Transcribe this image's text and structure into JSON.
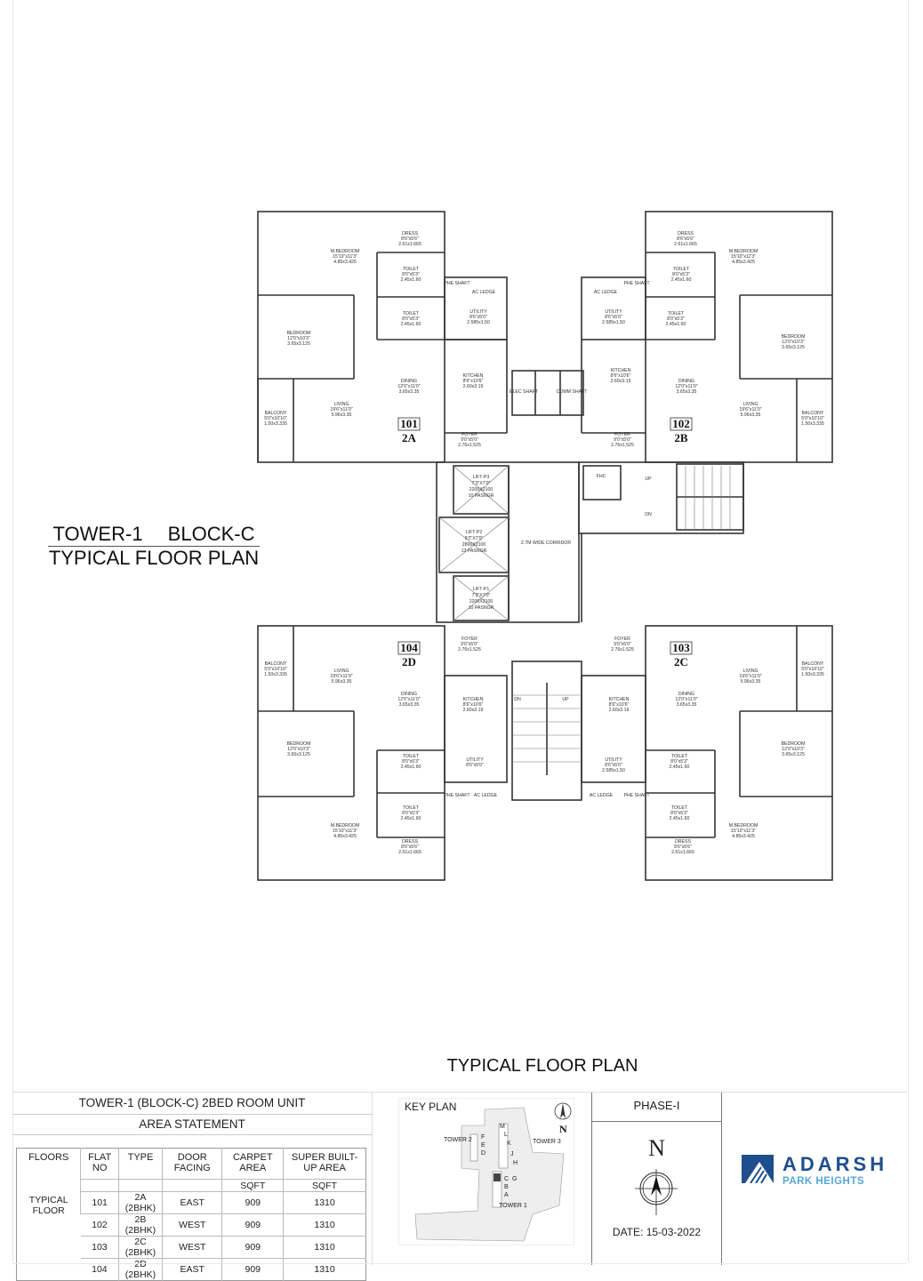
{
  "plan": {
    "title_line1": "TOWER-1    BLOCK-C",
    "title_line2": "TYPICAL FLOOR PLAN",
    "subtitle": "TYPICAL FLOOR PLAN",
    "core": {
      "elec_shaft": "ELEC SHAFT",
      "comm_shaft": "COMM SHAFT",
      "fhc": "FHC",
      "stair_up": "UP",
      "stair_dn": "DN",
      "corridor": "2.7M WIDE CORRIDOR",
      "lifts": [
        {
          "name": "LIFT-P3",
          "size": "7'3\"X7'0\"",
          "door": "2200X2100",
          "cap": "10 PASNGR"
        },
        {
          "name": "LIFT-P2",
          "size": "9'2\"X7'0\"",
          "door": "2800X2100",
          "cap": "13 PASNGR"
        },
        {
          "name": "LIFT-P1",
          "size": "7'3\"X7'0\"",
          "door": "2200X2100",
          "cap": "10 PASNGR"
        }
      ]
    },
    "units": [
      {
        "flat": "101",
        "type": "2A"
      },
      {
        "flat": "102",
        "type": "2B"
      },
      {
        "flat": "103",
        "type": "2C"
      },
      {
        "flat": "104",
        "type": "2D"
      }
    ],
    "rooms": {
      "m_bedroom": {
        "name": "M.BEDROOM",
        "ft": "15'10\"x11'3\"",
        "m": "4.85x3.425"
      },
      "dress": {
        "name": "DRESS",
        "ft": "8'6\"x5'6\"",
        "m": "2.61x1.665"
      },
      "toilet": {
        "name": "TOILET",
        "ft": "8'0\"x5'3\"",
        "m": "2.45x1.60"
      },
      "bedroom": {
        "name": "BEDROOM",
        "ft": "12'0\"x10'3\"",
        "m": "3.65x3.125"
      },
      "utility": {
        "name": "UTILITY",
        "ft": "8'6\"x5'0\"",
        "m": "2.585x1.50"
      },
      "kitchen": {
        "name": "KITCHEN",
        "ft": "8'6\"x10'6\"",
        "m": "2.60x3.19"
      },
      "dining": {
        "name": "DINING",
        "ft": "12'0\"x11'0\"",
        "m": "3.65x3.35"
      },
      "living": {
        "name": "LIVING",
        "ft": "19'6\"x11'0\"",
        "m": "5.96x3.35"
      },
      "balcony": {
        "name": "BALCONY",
        "ft": "5'0\"x10'10\"",
        "m": "1.50x3.335"
      },
      "foyer": {
        "name": "FOYER",
        "ft": "9'0\"x5'0\"",
        "m": "2.76x1.525"
      },
      "phe": {
        "name": "PHE SHAFT"
      },
      "ac": {
        "name": "AC LEDGE"
      }
    }
  },
  "area_statement": {
    "title": "TOWER-1 (BLOCK-C) 2BED ROOM UNIT",
    "subtitle": "AREA STATEMENT",
    "headers": [
      "FLOORS",
      "FLAT NO",
      "TYPE",
      "DOOR FACING",
      "CARPET AREA",
      "SUPER BUILT-UP AREA"
    ],
    "units": [
      "",
      "",
      "",
      "",
      "SQFT",
      "SQFT"
    ],
    "floor_label": "TYPICAL FLOOR",
    "rows": [
      {
        "flat": "101",
        "type": "2A (2BHK)",
        "facing": "EAST",
        "carpet": "909",
        "sba": "1310"
      },
      {
        "flat": "102",
        "type": "2B (2BHK)",
        "facing": "WEST",
        "carpet": "909",
        "sba": "1310"
      },
      {
        "flat": "103",
        "type": "2C (2BHK)",
        "facing": "WEST",
        "carpet": "909",
        "sba": "1310"
      },
      {
        "flat": "104",
        "type": "2D (2BHK)",
        "facing": "EAST",
        "carpet": "909",
        "sba": "1310"
      }
    ]
  },
  "key_plan": {
    "label": "KEY PLAN",
    "north": "N",
    "towers": [
      "TOWER 1",
      "TOWER 2",
      "TOWER 3"
    ],
    "blocks": [
      "A",
      "B",
      "C",
      "D",
      "E",
      "F",
      "G",
      "H",
      "J",
      "K",
      "L",
      "M"
    ],
    "highlighted_block": "C"
  },
  "phase": {
    "label": "PHASE-I",
    "north": "N",
    "date": "DATE: 15-03-2022"
  },
  "logo": {
    "name": "ADARSH",
    "tagline": "PARK HEIGHTS",
    "brand_color": "#1f4e8c",
    "accent_color": "#57a7d8"
  }
}
